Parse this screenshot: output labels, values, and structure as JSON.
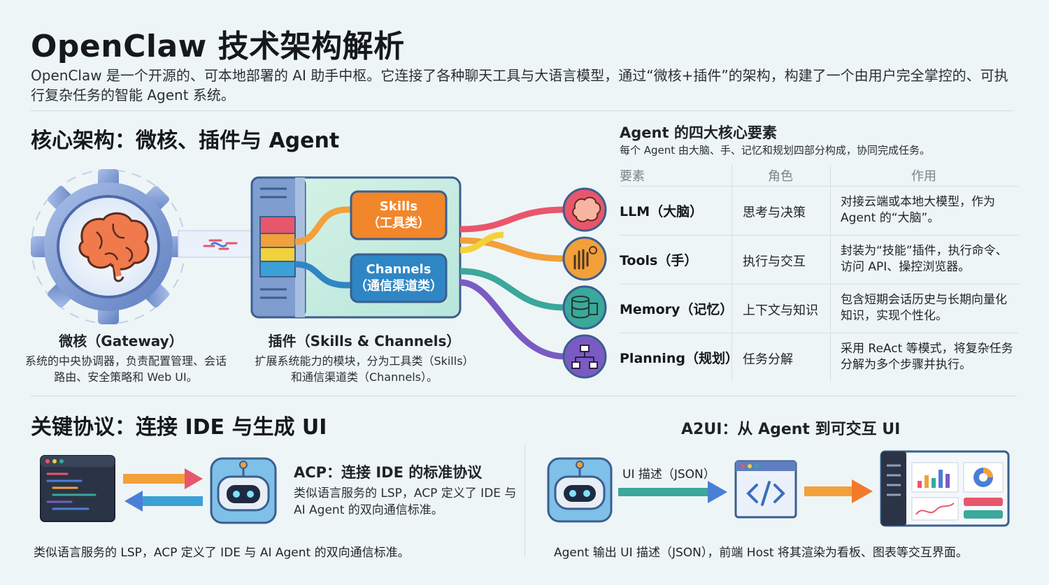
{
  "header": {
    "title": "OpenClaw 技术架构解析",
    "intro": "OpenClaw 是一个开源的、可本地部署的 AI 助手中枢。它连接了各种聊天工具与大语言模型，通过“微核+插件”的架构，构建了一个由用户完全掌控的、可执行复杂任务的智能 Agent 系统。"
  },
  "core": {
    "heading": "核心架构：微核、插件与 Agent",
    "gateway": {
      "title": "微核（Gateway）",
      "desc": "系统的中央协调器，负责配置管理、会话路由、安全策略和 Web UI。"
    },
    "plugins": {
      "title": "插件（Skills & Channels）",
      "desc": "扩展系统能力的模块，分为工具类（Skills）和通信渠道类（Channels）。",
      "skills_label": "Skills",
      "skills_sub": "（工具类）",
      "channels_label": "Channels",
      "channels_sub": "（通信渠道类）"
    },
    "connector_colors": [
      "#e8566c",
      "#f2a03a",
      "#3aa89a",
      "#4a7fd6",
      "#7a5bc4"
    ]
  },
  "agent_elements": {
    "heading": "Agent 的四大核心要素",
    "subheading": "每个 Agent 由大脑、手、记忆和规划四部分构成，协同完成任务。",
    "columns": [
      "要素",
      "角色",
      "作用"
    ],
    "rows": [
      {
        "element": "LLM（大脑）",
        "role": "思考与决策",
        "function": "对接云端或本地大模型，作为 Agent 的“大脑”。",
        "icon": "brain-icon",
        "color": "#e8566c"
      },
      {
        "element": "Tools（手）",
        "role": "执行与交互",
        "function": "封装为“技能”插件，执行命令、访问 API、操控浏览器。",
        "icon": "hand-gear-icon",
        "color": "#f2a03a"
      },
      {
        "element": "Memory（记忆）",
        "role": "上下文与知识",
        "function": "包含短期会话历史与长期向量化知识，实现个性化。",
        "icon": "database-icon",
        "color": "#3aa89a"
      },
      {
        "element": "Planning（规划）",
        "role": "任务分解",
        "function": "采用 ReAct 等模式，将复杂任务分解为多个步骤并执行。",
        "icon": "flowchart-icon",
        "color": "#7a5bc4"
      }
    ]
  },
  "protocols": {
    "heading": "关键协议：连接 IDE 与生成 UI",
    "acp": {
      "title": "ACP：连接 IDE 的标准协议",
      "desc": "类似语言服务的 LSP，ACP 定义了 IDE 与 AI Agent 的双向通信标准。",
      "caption": "类似语言服务的 LSP，ACP 定义了 IDE 与 AI Agent 的双向通信标准。"
    },
    "a2ui": {
      "title": "A2UI：从 Agent 到可交互 UI",
      "arrow_label": "UI 描述（JSON）",
      "caption": "Agent 输出 UI 描述（JSON），前端 Host 将其渲染为看板、图表等交互界面。"
    }
  }
}
